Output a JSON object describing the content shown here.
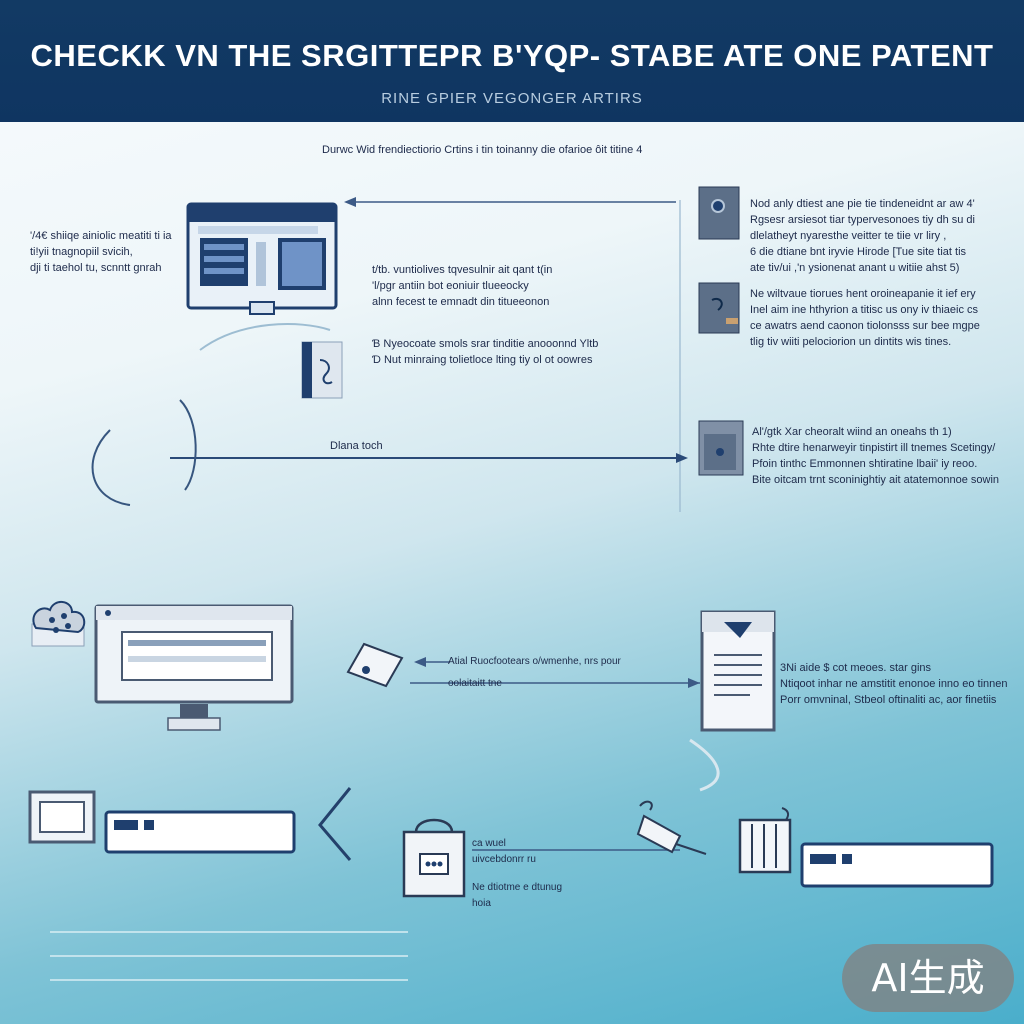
{
  "header": {
    "title": "CHECKK VN THE SRGITTEPR B'YQP- STABE ATE ONE PATENT",
    "subtitle": "RINE GPIER VEGONGER ARTIRS"
  },
  "top_caption": "Durwc Wid frendiectiorio Crtins i tin toinanny die ofarioe ôit titine 4",
  "left_text": [
    "'/4€ shiiqe ainiolic meatiti ti ia",
    "ti!yii tnagnopiil svicih,",
    "dji ti taehol tu, scnntt gnrah"
  ],
  "center_text_a": [
    "t/tb. vuntiolives tqvesulnir ait qant t(in",
    "'l/pgr antiin bot eoniuir tlueeocky",
    "alnn fecest te emnadt din titueeonon"
  ],
  "center_text_b": [
    "Ɓ Nyeocoate smols srar tinditie anooonnd Yltb",
    "Ɗ Nut minraing tolietloce lting tiy ol ot oowres"
  ],
  "right_text_1": [
    "Nod anly dtiest ane pie tie tindeneidnt ar aw 4'",
    "Rgsesr arsiesot tiar typervesonoes tiy dh su di",
    "dlelatheyt nyaresthe veitter te tiie vr liry ,",
    "6 die dtiane bnt iryvie Hirode [Tue site tiat tis",
    "ate tiv/ui ,'n ysionenat anant u witiie ahst 5)"
  ],
  "right_text_2": [
    "Ne wiltvaue tiorues hent oroineapanie it ief ery",
    "Inel aim ine hthyrion a titisc us ony iv thiaeic cs",
    "ce awatrs aend caonon tiolonsss sur bee mgpe",
    "tlig tiv wiiti pelociorion un dintits wis tines."
  ],
  "right_text_3": [
    "Al'/gtk Xar cheoralt wiind an oneahs th 1)",
    "Rhte dtire henarweyir tinpistirt ill tnemes Scetingy/",
    "Pfoin tinthc Emmonnen shtiratine lbaii' iy reoo.",
    "Bite oitcam trnt sconinightiy ait atatemonnoe sowin"
  ],
  "mid_label": "Dlana toch",
  "lower_arrow_text": [
    "Atial Ruocfootears o/wmenhe, nrs pour",
    "oolaitaitt tne"
  ],
  "lower_right_text": [
    "3Ni aide $ cot meoes. star gins",
    "Ntiqoot inhar ne amstitit enonoe inno eo tinnen",
    "Porr omvninal, Stbeol oftinaliti ac, aor finetiis"
  ],
  "bottom_text": [
    "ca wuel",
    "uivcebdonrr ru",
    "Ne dtiotme e dtunug",
    "hoia"
  ],
  "watermark": "AI生成",
  "colors": {
    "header_bg": "#123a64",
    "navy": "#1f3f6e",
    "line": "#3c5a86",
    "screen_blue": "#6f93c7"
  }
}
